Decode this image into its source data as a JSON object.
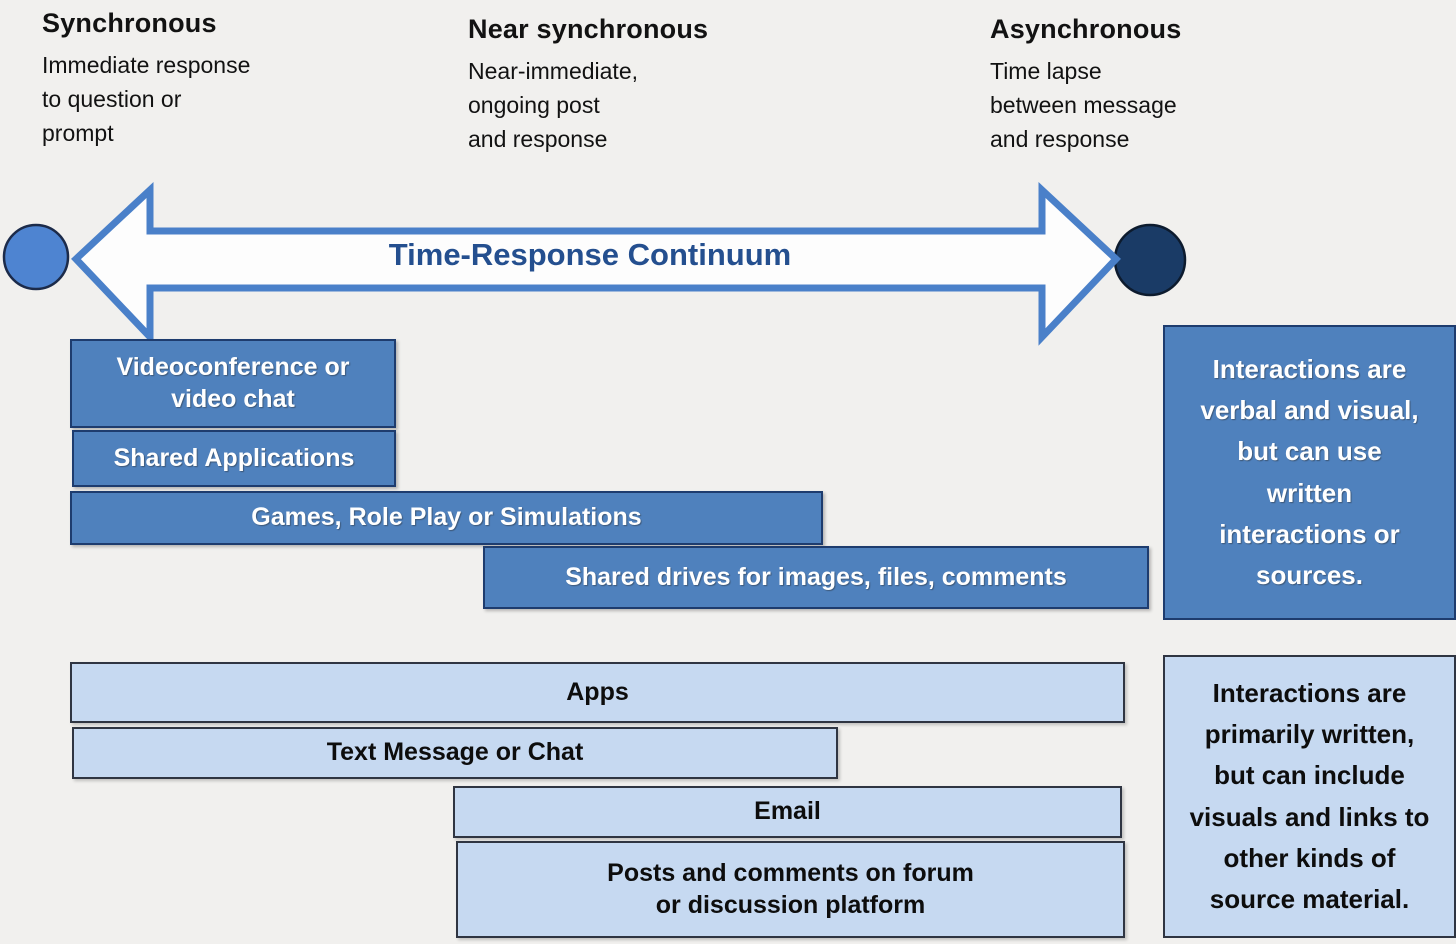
{
  "page": {
    "background_color": "#f1f0ee"
  },
  "headers": [
    {
      "id": "synchronous",
      "title": "Synchronous",
      "subtitle": "Immediate response\nto question or\nprompt"
    },
    {
      "id": "near-synchronous",
      "title": "Near synchronous",
      "subtitle": "Near-immediate,\nongoing post\nand response"
    },
    {
      "id": "asynchronous",
      "title": "Asynchronous",
      "subtitle": "Time lapse\nbetween message\nand response"
    }
  ],
  "continuum": {
    "label": "Time-Response Continuum",
    "label_color": "#244f8f",
    "arrow_outline_color": "#4a80c9",
    "arrow_fill_color": "#fdfdfd",
    "left_endpoint_color": "#4e84d1",
    "right_endpoint_color": "#1a3b66"
  },
  "synchronous_tools": [
    {
      "label": "Videoconference or\nvideo chat"
    },
    {
      "label": "Shared Applications"
    },
    {
      "label": "Games, Role Play or Simulations"
    },
    {
      "label": "Shared drives for images, files, comments"
    }
  ],
  "asynchronous_tools": [
    {
      "label": "Apps"
    },
    {
      "label": "Text Message or Chat"
    },
    {
      "label": "Email"
    },
    {
      "label": "Posts and comments on forum\nor discussion platform"
    }
  ],
  "callouts": {
    "synchronous_note": "Interactions are\nverbal and visual,\nbut can use\nwritten\ninteractions or\nsources.",
    "asynchronous_note": "Interactions are\nprimarily written,\nbut can include\nvisuals and links to\nother kinds of\nsource material."
  },
  "colors": {
    "dark_bar_fill": "#4f81bd",
    "dark_bar_border": "#1e3c6e",
    "dark_bar_text": "#ffffff",
    "light_bar_fill": "#c6d9f1",
    "light_bar_border": "#2f3542",
    "light_bar_text": "#0d0d0d"
  }
}
